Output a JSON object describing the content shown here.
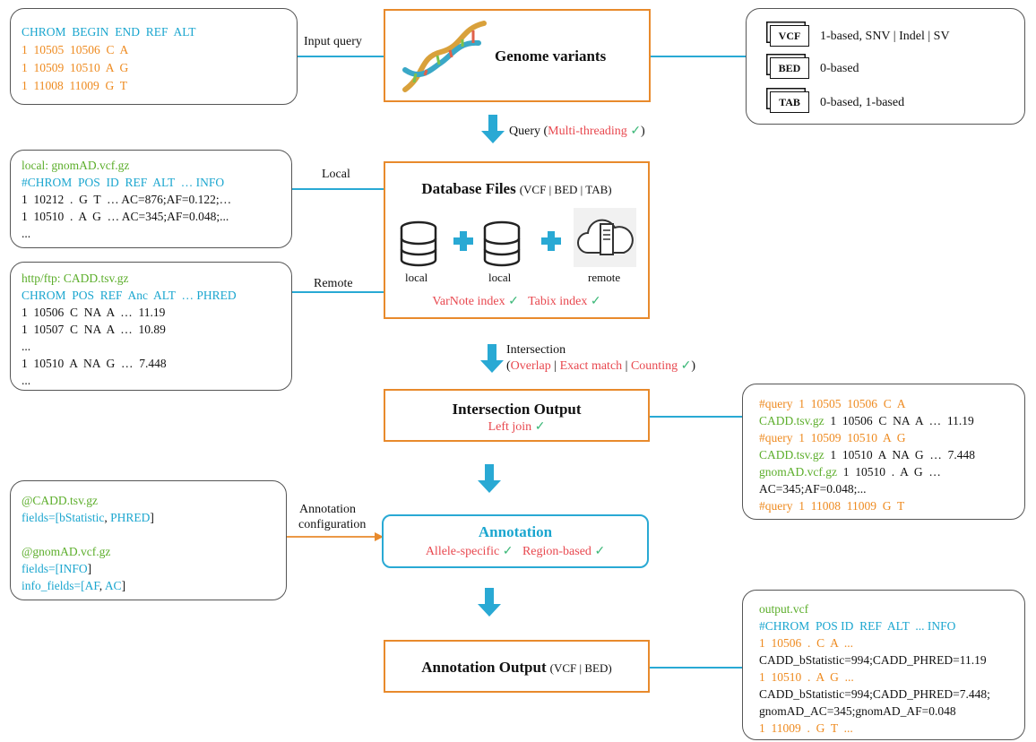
{
  "input_box": {
    "lines": [
      {
        "text": "CHROM  BEGIN  END  REF  ALT",
        "color": "cyan"
      },
      {
        "text": "1  10505  10506  C  A",
        "color": "orange"
      },
      {
        "text": "1  10509  10510  A  G",
        "color": "orange"
      },
      {
        "text": "1  11008  11009  G  T",
        "color": "orange"
      }
    ]
  },
  "input_query_label": "Input query",
  "genome_variants": {
    "title": "Genome variants"
  },
  "formats": [
    {
      "tag": "VCF",
      "desc": "1-based, SNV | Indel | SV"
    },
    {
      "tag": "BED",
      "desc": "0-based"
    },
    {
      "tag": "TAB",
      "desc": "0-based, 1-based"
    }
  ],
  "query_label": {
    "prefix": "Query (",
    "highlight": "Multi-threading",
    "check": "✓",
    "suffix": ")"
  },
  "local_box": {
    "lines": [
      {
        "text": "local: gnomAD.vcf.gz",
        "color": "green"
      },
      {
        "text": "#CHROM  POS  ID  REF  ALT  … INFO",
        "color": "cyan"
      },
      {
        "text": "1  10212  .  G  T  … AC=876;AF=0.122;…",
        "color": "dark"
      },
      {
        "text": "1  10510  .  A  G  … AC=345;AF=0.048;...",
        "color": "dark"
      },
      {
        "text": "...",
        "color": "dark"
      }
    ]
  },
  "local_label": "Local",
  "remote_box": {
    "lines": [
      {
        "text": "http/ftp: CADD.tsv.gz",
        "color": "green"
      },
      {
        "text": "CHROM  POS  REF  Anc  ALT  … PHRED",
        "color": "cyan"
      },
      {
        "text": "1  10506  C  NA  A  …  11.19",
        "color": "dark"
      },
      {
        "text": "1  10507  C  NA  A  …  10.89",
        "color": "dark"
      },
      {
        "text": "...",
        "color": "dark"
      },
      {
        "text": "1  10510  A  NA  G  …  7.448",
        "color": "dark"
      },
      {
        "text": "...",
        "color": "dark"
      }
    ]
  },
  "remote_label": "Remote",
  "database_files": {
    "title": "Database Files",
    "subtitle": "(VCF |  BED |  TAB)",
    "db1": "local",
    "db2": "local",
    "db3": "remote",
    "index1": "VarNote index",
    "index2": "Tabix index",
    "check": "✓"
  },
  "intersection_label": {
    "line1": "Intersection",
    "open": "(",
    "o1": "Overlap",
    "sep1": " | ",
    "o2": "Exact match",
    "sep2": " | ",
    "o3": "Counting",
    "check": "✓",
    "close": ")"
  },
  "intersection_output": {
    "title": "Intersection Output",
    "sub": "Left join",
    "check": "✓"
  },
  "intersection_result": {
    "lines": [
      [
        {
          "text": "#query  1  10505  10506  C  A",
          "color": "orange"
        }
      ],
      [
        {
          "text": "CADD.tsv.gz",
          "color": "green"
        },
        {
          "text": "  1  10506  C  NA  A  …  11.19",
          "color": "dark"
        }
      ],
      [
        {
          "text": "#query  1  10509  10510  A  G",
          "color": "orange"
        }
      ],
      [
        {
          "text": "CADD.tsv.gz",
          "color": "green"
        },
        {
          "text": "  1  10510  A  NA  G  …  7.448",
          "color": "dark"
        }
      ],
      [
        {
          "text": "gnomAD.vcf.gz",
          "color": "green"
        },
        {
          "text": "  1  10510  .  A  G  …",
          "color": "dark"
        }
      ],
      [
        {
          "text": "AC=345;AF=0.048;...",
          "color": "dark"
        }
      ],
      [
        {
          "text": "#query  1  11008  11009  G  T",
          "color": "orange"
        }
      ]
    ]
  },
  "config_box": {
    "lines": [
      [
        {
          "text": "@CADD.tsv.gz",
          "color": "green"
        }
      ],
      [
        {
          "text": "fields=[",
          "color": "cyan"
        },
        {
          "text": "bStatistic",
          "color": "cyan"
        },
        {
          "text": ", ",
          "color": "dark"
        },
        {
          "text": "PHRED",
          "color": "cyan"
        },
        {
          "text": "]",
          "color": "dark"
        }
      ],
      [
        {
          "text": " ",
          "color": "dark"
        }
      ],
      [
        {
          "text": "@gnomAD.vcf.gz",
          "color": "green"
        }
      ],
      [
        {
          "text": "fields=[",
          "color": "cyan"
        },
        {
          "text": "INFO",
          "color": "cyan"
        },
        {
          "text": "]",
          "color": "dark"
        }
      ],
      [
        {
          "text": "info_fields=[",
          "color": "cyan"
        },
        {
          "text": "AF",
          "color": "cyan"
        },
        {
          "text": ", ",
          "color": "dark"
        },
        {
          "text": "AC",
          "color": "cyan"
        },
        {
          "text": "]",
          "color": "dark"
        }
      ]
    ]
  },
  "annotation_config_label": {
    "line1": "Annotation",
    "line2": "configuration"
  },
  "annotation": {
    "title": "Annotation",
    "opt1": "Allele-specific",
    "opt2": "Region-based",
    "check": "✓"
  },
  "annotation_output": {
    "title": "Annotation Output",
    "sub": "(VCF | BED)"
  },
  "output_box": {
    "lines": [
      {
        "text": "output.vcf",
        "color": "green"
      },
      {
        "text": "#CHROM  POS ID  REF  ALT  ... INFO",
        "color": "cyan"
      },
      {
        "text": "1  10506  .  C  A  ...",
        "color": "orange"
      },
      {
        "text": "CADD_bStatistic=994;CADD_PHRED=11.19",
        "color": "dark"
      },
      {
        "text": "1  10510  .  A  G  ...",
        "color": "orange"
      },
      {
        "text": "CADD_bStatistic=994;CADD_PHRED=7.448;",
        "color": "dark"
      },
      {
        "text": "gnomAD_AC=345;gnomAD_AF=0.048",
        "color": "dark"
      },
      {
        "text": "1  11009  .  G  T  ...",
        "color": "orange"
      }
    ]
  },
  "colors": {
    "cyan": "#1ba6cf",
    "orange": "#ee8a1f",
    "green": "#5cae2b",
    "red": "#e8484f",
    "check": "#3cb878",
    "box_orange": "#e88a2c"
  }
}
